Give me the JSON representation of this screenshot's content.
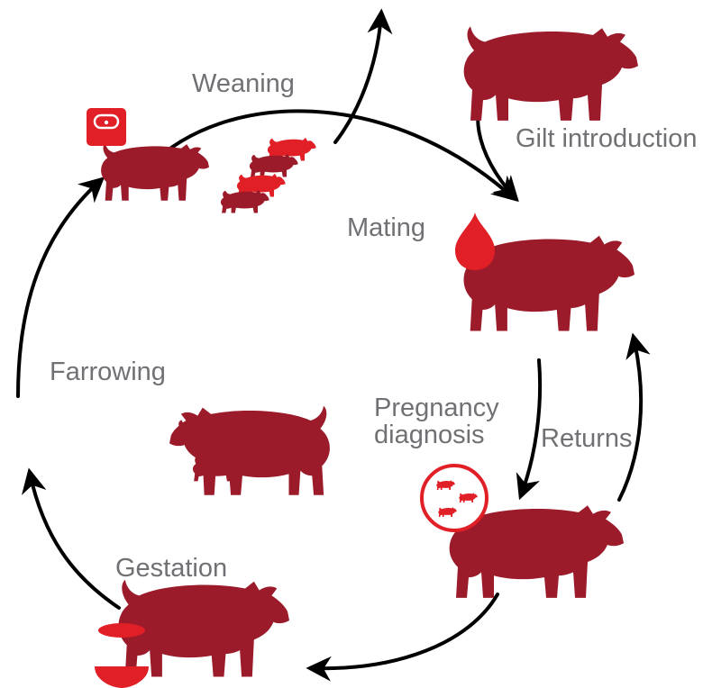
{
  "diagram": {
    "title_fragment": "",
    "colors": {
      "pig": "#9b1b2a",
      "accent": "#e01f26",
      "arrow": "#000000",
      "label": "#707174"
    },
    "stages": [
      {
        "id": "gilt",
        "label": "Gilt introduction",
        "icon": "pig-silhouette"
      },
      {
        "id": "mating",
        "label": "Mating",
        "icon": "semen-drop-icon"
      },
      {
        "id": "pregnancy",
        "label": "Pregnancy diagnosis",
        "label_lines": [
          "Pregnancy",
          "diagnosis"
        ],
        "icon": "piglets-circle-icon"
      },
      {
        "id": "returns",
        "label": "Returns"
      },
      {
        "id": "gestation",
        "label": "Gestation",
        "icon": "feed-bowl-icon"
      },
      {
        "id": "farrowing",
        "label": "Farrowing",
        "icon": "piglets-icon"
      },
      {
        "id": "weaning",
        "label": "Weaning",
        "icon": "scale-icon"
      }
    ]
  }
}
